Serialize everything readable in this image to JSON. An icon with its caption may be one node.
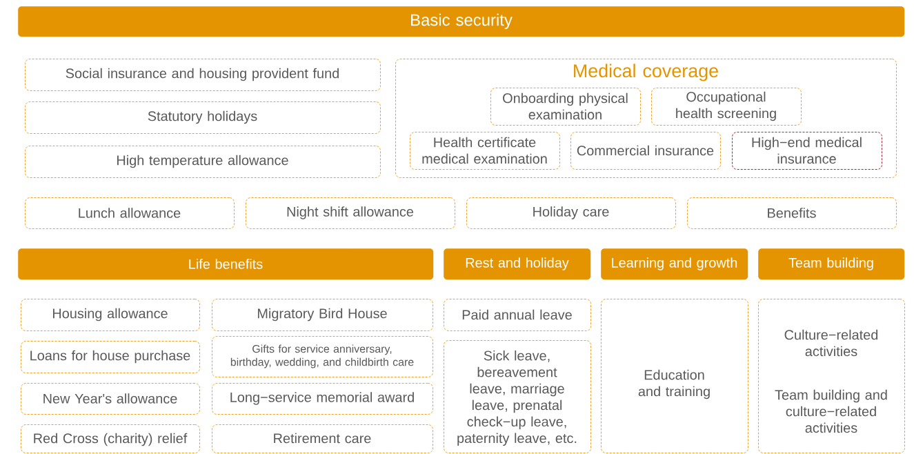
{
  "diagram": {
    "nodes": [
      {
        "text": [
          "Basic security"
        ]
      },
      {
        "text": [
          "Social insurance and housing provident fund"
        ]
      },
      {
        "text": [
          "Statutory holidays"
        ]
      },
      {
        "text": [
          "High temperature allowance"
        ]
      },
      {
        "text": [
          "Medical coverage"
        ]
      },
      {
        "text": [
          "Onboarding physical examination"
        ],
        "in": 4
      },
      {
        "text": [
          "Occupational health screening"
        ],
        "in": 4
      },
      {
        "text": [
          "Health certificate medical examination"
        ],
        "in": 4
      },
      {
        "text": [
          "Commercial insurance"
        ],
        "in": 4
      },
      {
        "text": [
          "High−end medical insurance"
        ],
        "in": 4
      },
      {
        "text": [
          "Lunch allowance"
        ]
      },
      {
        "text": [
          "Night shift allowance"
        ]
      },
      {
        "text": [
          "Holiday care"
        ]
      },
      {
        "text": [
          "Benefits"
        ]
      },
      {
        "text": [
          "Life benefits"
        ]
      },
      {
        "text": [
          "Rest and holiday"
        ]
      },
      {
        "text": [
          "Learning and growth"
        ]
      },
      {
        "text": [
          "Team building"
        ]
      },
      {
        "text": [
          "Housing allowance"
        ]
      },
      {
        "text": [
          "Migratory Bird House"
        ]
      },
      {
        "text": [
          "Loans for house purchase"
        ]
      },
      {
        "text": [
          "Gifts for service anniversary, birthday, wedding, and childbirth care"
        ]
      },
      {
        "text": [
          "New Year's allowance"
        ]
      },
      {
        "text": [
          "Long−service memorial award"
        ]
      },
      {
        "text": [
          "Red Cross (charity) relief"
        ]
      },
      {
        "text": [
          "Retirement care"
        ]
      },
      {
        "text": [
          "Paid annual leave"
        ]
      },
      {
        "text": [
          "Sick leave, bereavement leave, marriage leave, prenatal check−up leave, paternity leave, etc."
        ]
      },
      {
        "text": [
          "Education and training"
        ]
      },
      {
        "text": [
          "Culture−related activities",
          "Team building and culture−related activities"
        ]
      }
    ]
  }
}
